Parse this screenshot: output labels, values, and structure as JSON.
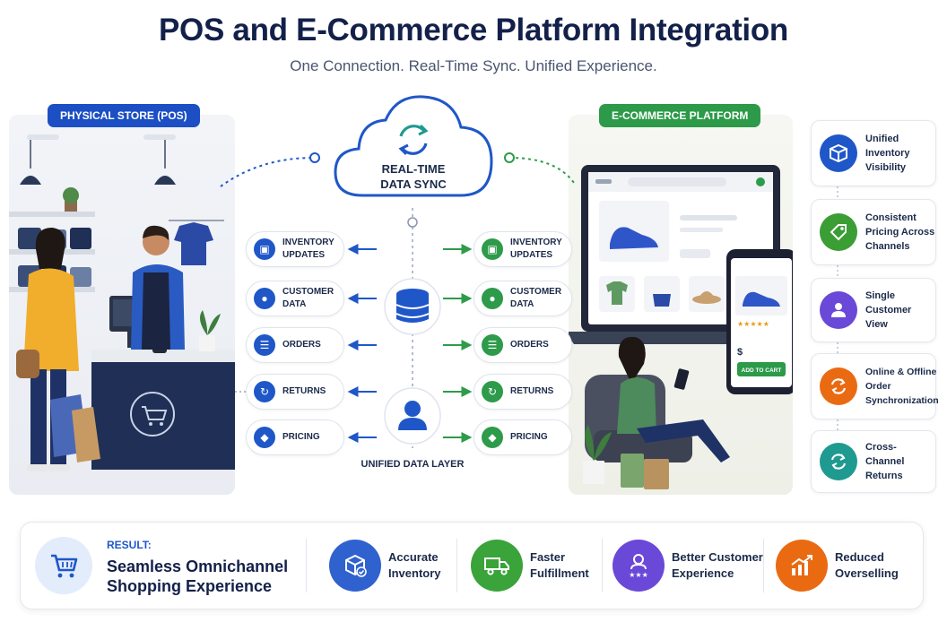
{
  "header": {
    "title": "POS and E-Commerce Platform Integration",
    "subtitle": "One Connection. Real-Time Sync. Unified Experience."
  },
  "physical_store": {
    "label": "PHYSICAL STORE (POS)"
  },
  "ecommerce": {
    "label": "E-COMMERCE PLATFORM",
    "mobile_button": "ADD TO CART",
    "price_symbol": "$"
  },
  "sync": {
    "cloud_line1": "REAL-TIME",
    "cloud_line2": "DATA SYNC",
    "unified_label": "UNIFIED DATA LAYER"
  },
  "flows": [
    {
      "line1": "INVENTORY",
      "line2": "UPDATES",
      "icon": "box-icon"
    },
    {
      "line1": "CUSTOMER",
      "line2": "DATA",
      "icon": "user-icon"
    },
    {
      "line1": "ORDERS",
      "line2": "",
      "icon": "clipboard-icon"
    },
    {
      "line1": "RETURNS",
      "line2": "",
      "icon": "refresh-icon"
    },
    {
      "line1": "PRICING",
      "line2": "",
      "icon": "tag-icon"
    }
  ],
  "benefits": [
    {
      "lines": [
        "Unified",
        "Inventory",
        "Visibility"
      ],
      "color": "#1f57c8",
      "icon": "box-icon"
    },
    {
      "lines": [
        "Consistent",
        "Pricing Across",
        "Channels"
      ],
      "color": "#3a9e35",
      "icon": "tag-icon"
    },
    {
      "lines": [
        "Single",
        "Customer",
        "View"
      ],
      "color": "#6a48d8",
      "icon": "user-icon"
    },
    {
      "lines": [
        "Online & Offline",
        "Order",
        "Synchronization"
      ],
      "color": "#ea6a12",
      "icon": "sync-icon"
    },
    {
      "lines": [
        "Cross-Channel",
        "Returns"
      ],
      "color": "#1f9a90",
      "icon": "refresh-icon"
    }
  ],
  "result": {
    "kicker": "RESULT:",
    "title_line1": "Seamless Omnichannel",
    "title_line2": "Shopping Experience",
    "items": [
      {
        "line1": "Accurate",
        "line2": "Inventory",
        "color": "#2f62cf",
        "icon": "box-check-icon"
      },
      {
        "line1": "Faster",
        "line2": "Fulfillment",
        "color": "#3aa33a",
        "icon": "truck-icon"
      },
      {
        "line1": "Better Customer",
        "line2": "Experience",
        "color": "#6a48d8",
        "icon": "user-stars-icon"
      },
      {
        "line1": "Reduced",
        "line2": "Overselling",
        "color": "#ea6a12",
        "icon": "chart-up-icon"
      }
    ]
  },
  "colors": {
    "pos_blue": "#1c4fc4",
    "ecom_green": "#2c9a48",
    "navy": "#13204a"
  }
}
